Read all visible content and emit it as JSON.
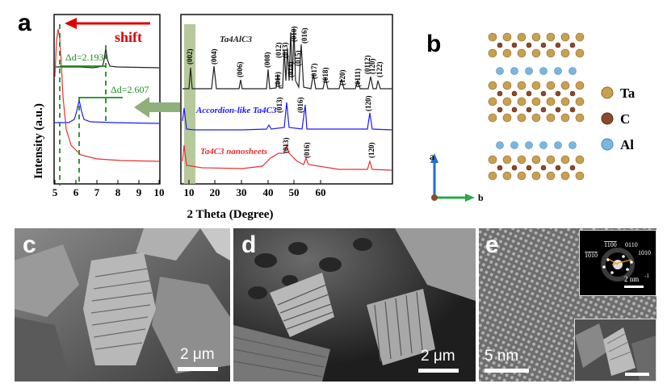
{
  "panel_labels": {
    "a": "a",
    "b": "b",
    "c": "c",
    "d": "d",
    "e": "e"
  },
  "xrd": {
    "ylabel": "Intensity (a.u.)",
    "xlabel": "2 Theta (Degree)",
    "shift_label": "shift",
    "delta1": "Δd=2.193",
    "delta2": "Δd=2.607",
    "left_ticks": [
      "5",
      "6",
      "7",
      "8",
      "9",
      "10"
    ],
    "right_ticks": [
      "10",
      "20",
      "30",
      "40",
      "50",
      "60"
    ],
    "series_labels": {
      "max": "Ta4AlC3",
      "accordion": "Accordion-like Ta4C3",
      "nanosheets": "Ta4C3 nanosheets"
    },
    "peaks_max": [
      "(002)",
      "(004)",
      "(006)",
      "(008)",
      "(011)",
      "(012)",
      "(013)",
      "(014)",
      "(015)",
      "(010)",
      "(016)",
      "(017)",
      "(018)",
      "(120)",
      "(0111)",
      "(0112)",
      "(120)",
      "(122)"
    ],
    "peaks_accordion": [
      "(013)",
      "(016)",
      "(120)"
    ],
    "peaks_nano": [
      "(013)",
      "(016)",
      "(120)"
    ],
    "colors": {
      "max": "#222222",
      "accordion": "#1a1aff",
      "nanosheets": "#e83030",
      "annot": "#1e8c1e",
      "shift": "#e00000"
    }
  },
  "structure": {
    "legend": [
      {
        "label": "Ta",
        "color": "#c8a050"
      },
      {
        "label": "C",
        "color": "#8b4a2b"
      },
      {
        "label": "Al",
        "color": "#7ab6e0"
      }
    ],
    "axis_a": "a",
    "axis_b": "b"
  },
  "micrographs": {
    "c_scale": "2 μm",
    "d_scale": "2 μm",
    "e_scale": "5 nm",
    "fft_scale": "2 nm",
    "fft_exp": "-1",
    "fft_spots": {
      "s1": "1100",
      "s2": "0110",
      "s3": "1010",
      "s4": "1010"
    }
  }
}
